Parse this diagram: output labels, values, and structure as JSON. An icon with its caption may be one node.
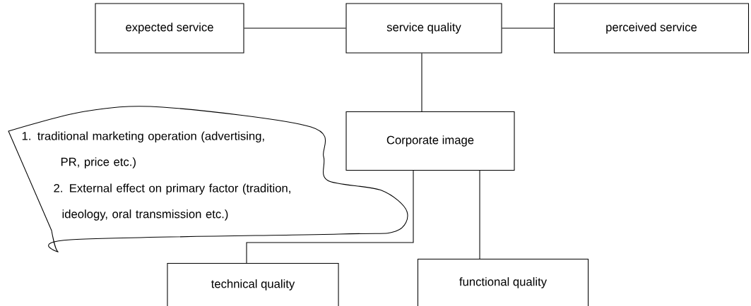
{
  "diagram": {
    "nodes": [
      {
        "text": [
          "expected service"
        ]
      },
      {
        "text": [
          "service quality"
        ]
      },
      {
        "text": [
          "perceived service"
        ]
      },
      {
        "text": [
          "Corporate image"
        ]
      },
      {
        "text": [
          "1. traditional marketing operation (advertising, PR, price etc.)",
          "2. External effect on primary factor (tradition, ideology, oral transmission etc.)"
        ]
      },
      {
        "text": [
          "technical quality"
        ]
      },
      {
        "text": [
          "functional quality"
        ]
      }
    ],
    "edges": [
      {
        "from": 0,
        "to": 1,
        "arrow": "none"
      },
      {
        "from": 1,
        "to": 2,
        "arrow": "none"
      },
      {
        "from": 1,
        "to": 3,
        "arrow": "none"
      },
      {
        "from": 3,
        "to": 5,
        "arrow": "none"
      },
      {
        "from": 3,
        "to": 6,
        "arrow": "none"
      }
    ]
  }
}
